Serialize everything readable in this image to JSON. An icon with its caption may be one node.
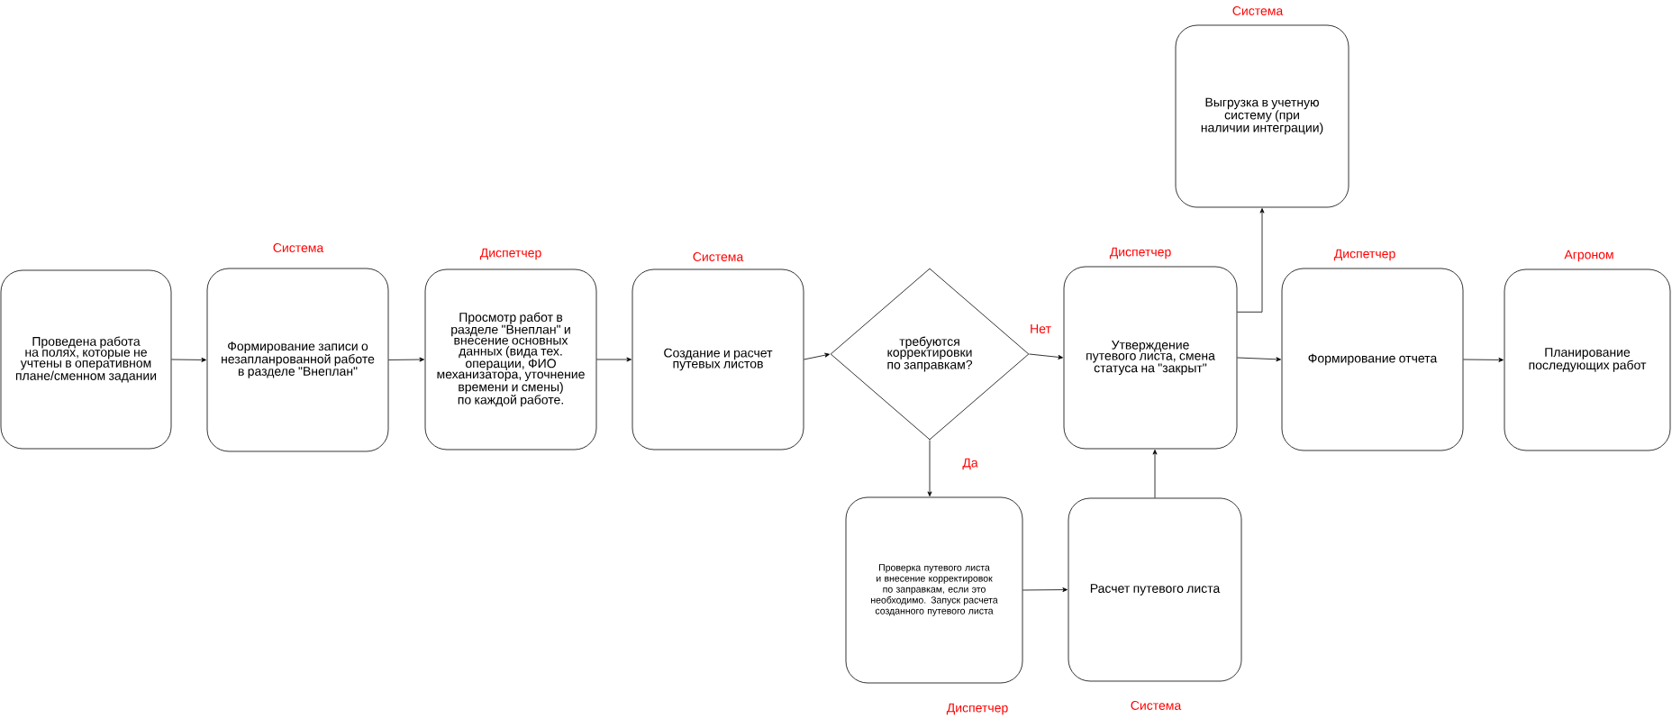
{
  "diagram": {
    "nodes": [
      {
        "text": [
          "Проведена работа на полях, которые не учтены в оперативном плане/сменном задании"
        ]
      },
      {
        "text": [
          "Формирование записи о незапланрованной работе в разделе \"Внеплан\""
        ],
        "beside": [
          "Система"
        ]
      },
      {
        "text": [
          "Просмотр работ в разделе \"Внеплан\" и внесение основных данных (вида тех. операции, ФИО механизатора, уточнение времени и смены) по каждой работе."
        ],
        "beside": [
          "Диспетчер"
        ]
      },
      {
        "text": [
          "Создание и расчет путевых листов"
        ],
        "beside": [
          "Система"
        ]
      },
      {
        "text": [
          "требуются корректировки по заправкам?"
        ]
      },
      {
        "text": [
          "Утверждение путевого листа, смена статуса на \"закрыт\""
        ],
        "beside": [
          "Диспетчер"
        ]
      },
      {
        "text": [
          "Выгрузка в учетную систему (при наличии интеграции)"
        ],
        "beside": [
          "Система"
        ]
      },
      {
        "text": [
          "Формирование отчета"
        ],
        "beside": [
          "Диспетчер"
        ]
      },
      {
        "text": [
          "Планирование последующих работ"
        ],
        "beside": [
          "Агроном"
        ]
      },
      {
        "text": [
          "Проверка путевого листа и внесение корректировок по заправкам, если это необходимо. Запуск расчета созданного путевого листа"
        ],
        "beside": [
          "Диспетчер"
        ]
      },
      {
        "text": [
          "Расчет путевого листа"
        ],
        "beside": [
          "Система"
        ]
      }
    ],
    "edges": [
      {
        "from": 0,
        "to": 1,
        "arrow": "to"
      },
      {
        "from": 1,
        "to": 2,
        "arrow": "to"
      },
      {
        "from": 2,
        "to": 3,
        "arrow": "to"
      },
      {
        "from": 3,
        "to": 4,
        "arrow": "to"
      },
      {
        "from": 4,
        "to": 5,
        "arrow": "to",
        "label": "Нет"
      },
      {
        "from": 4,
        "to": 9,
        "arrow": "to",
        "label": "Да"
      },
      {
        "from": 9,
        "to": 10,
        "arrow": "to"
      },
      {
        "from": 10,
        "to": 5,
        "arrow": "to"
      },
      {
        "from": 5,
        "to": 6,
        "arrow": "to"
      },
      {
        "from": 5,
        "to": 7,
        "arrow": "to"
      },
      {
        "from": 7,
        "to": 8,
        "arrow": "to"
      }
    ]
  }
}
